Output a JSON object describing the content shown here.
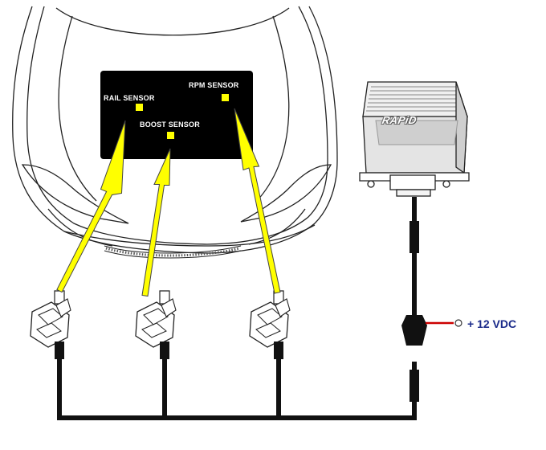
{
  "sensors": {
    "rail": "RAIL SENSOR",
    "rpm": "RPM SENSOR",
    "boost": "BOOST SENSOR"
  },
  "module": {
    "brand": "RAPiD"
  },
  "power": {
    "label": "+ 12 VDC"
  },
  "colors": {
    "arrow": "#ffff00",
    "sensor_marker": "#ffff00",
    "panel": "#000000",
    "wire": "#111111",
    "power_wire": "#cc0000",
    "power_label": "#1a2a8a"
  }
}
